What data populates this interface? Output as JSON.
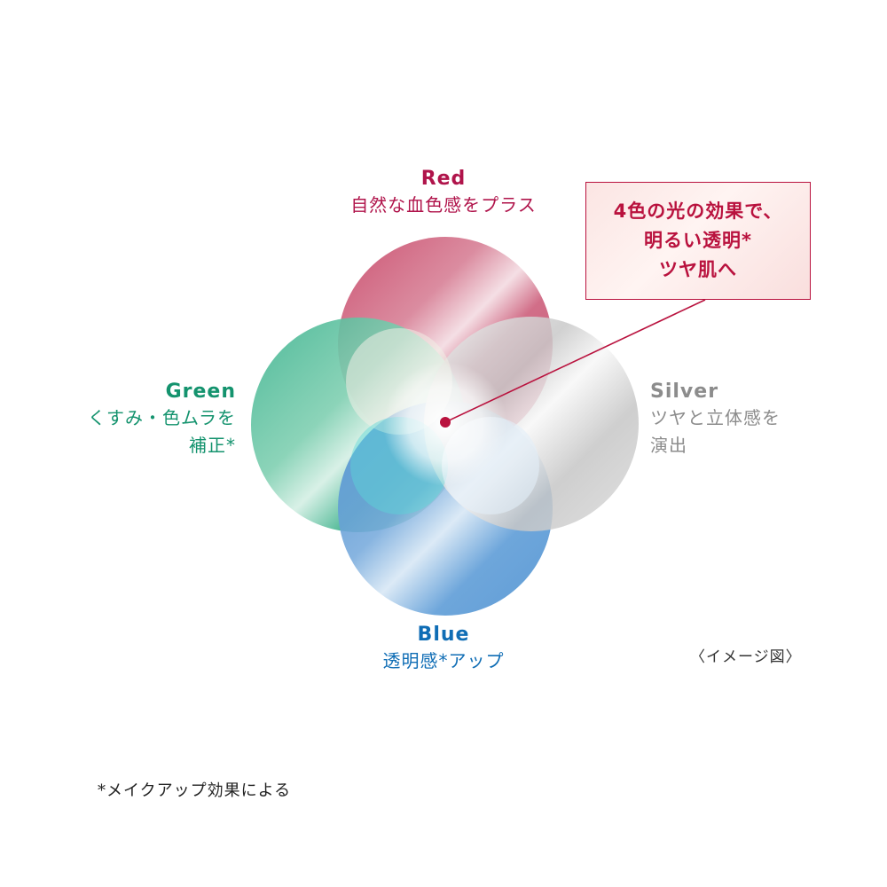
{
  "colors": {
    "red": "#b0144b",
    "green": "#14936e",
    "silver": "#8c8c8c",
    "blue": "#0f6db5",
    "callout_text": "#b9123e",
    "callout_border": "#b9123e",
    "pointer": "#b9123e"
  },
  "labels": {
    "red": {
      "name": "Red",
      "description": "自然な血色感をプラス"
    },
    "green": {
      "name": "Green",
      "description_line1": "くすみ・色ムラを",
      "description_line2": "補正*"
    },
    "silver": {
      "name": "Silver",
      "description_line1": "ツヤと立体感を",
      "description_line2": "演出"
    },
    "blue": {
      "name": "Blue",
      "description": "透明感*アップ"
    }
  },
  "callout": {
    "line1": "4色の光の効果で、",
    "line2": "明るい透明*",
    "line3": "ツヤ肌へ"
  },
  "image_note": "〈イメージ図〉",
  "footnote": "*メイクアップ効果による"
}
